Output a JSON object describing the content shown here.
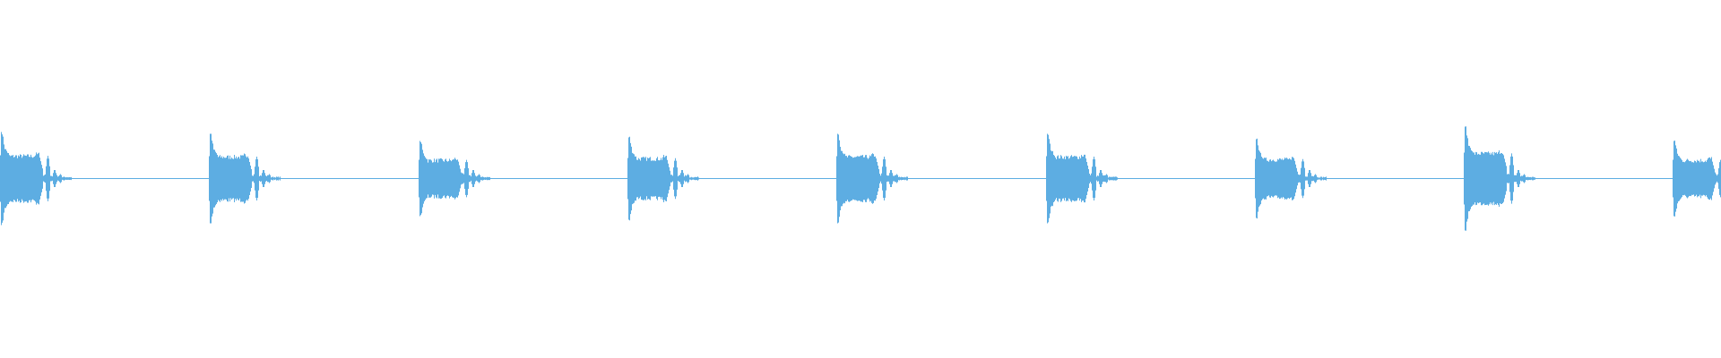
{
  "waveform": {
    "color": "#5dade2",
    "background": "#ffffff",
    "burst_count": 9,
    "burst_peak_amplitudes": [
      0.26,
      0.25,
      0.21,
      0.23,
      0.25,
      0.25,
      0.22,
      0.29,
      0.21
    ]
  }
}
